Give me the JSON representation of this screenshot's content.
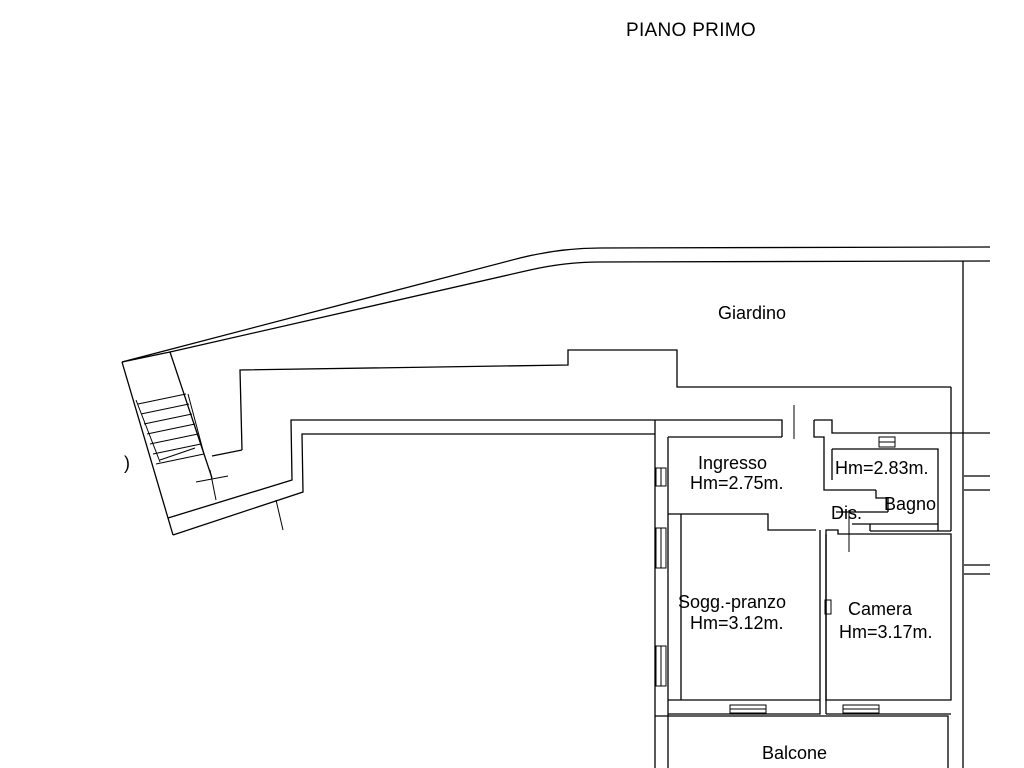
{
  "title": "PIANO PRIMO",
  "rooms": {
    "giardino": {
      "name": "Giardino"
    },
    "ingresso": {
      "name": "Ingresso",
      "height": "Hm=2.75m."
    },
    "bagno": {
      "name": "Bagno",
      "height": "Hm=2.83m."
    },
    "disimpegno": {
      "name": "Dis."
    },
    "soggiorno": {
      "name": "Sogg.-pranzo",
      "height": "Hm=3.12m."
    },
    "camera": {
      "name": "Camera",
      "height": "Hm=3.17m."
    },
    "balcone": {
      "name": "Balcone"
    }
  },
  "stray_glyph": ")"
}
